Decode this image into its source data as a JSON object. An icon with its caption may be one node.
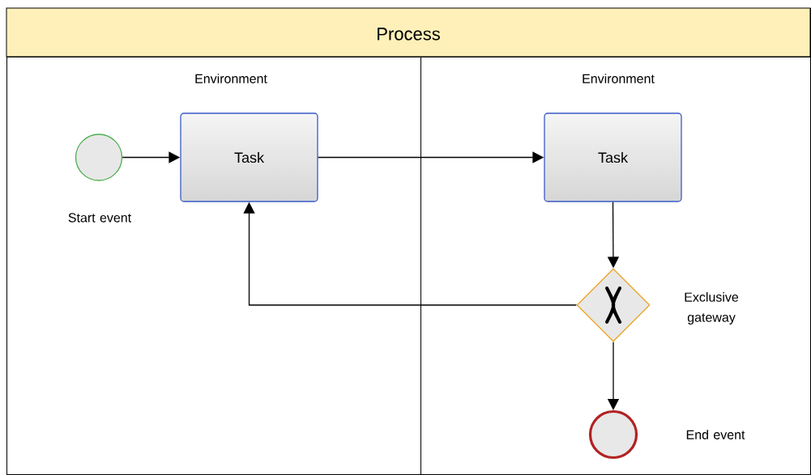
{
  "diagram": {
    "nodes": [
      {
        "text": [
          "Process"
        ]
      },
      {
        "text": [
          "Environment"
        ],
        "in": 0
      },
      {
        "text": [
          "Environment"
        ],
        "in": 0
      },
      {
        "text": [],
        "shape": "circle",
        "beside": [
          "Start event"
        ],
        "in": 1
      },
      {
        "text": [
          "Task"
        ],
        "in": 1
      },
      {
        "text": [
          "Task"
        ],
        "in": 2
      },
      {
        "text": [],
        "shape": "diamond",
        "beside": [
          "Exclusive gateway"
        ],
        "in": 2
      },
      {
        "text": [],
        "shape": "circle",
        "beside": [
          "End event"
        ],
        "in": 2
      }
    ],
    "edges": [
      {
        "from": 3,
        "to": 4,
        "arrow": "to"
      },
      {
        "from": 4,
        "to": 5,
        "arrow": "to"
      },
      {
        "from": 5,
        "to": 6,
        "arrow": "to"
      },
      {
        "from": 6,
        "to": 4,
        "arrow": "to"
      },
      {
        "from": 6,
        "to": 7,
        "arrow": "to"
      }
    ]
  }
}
